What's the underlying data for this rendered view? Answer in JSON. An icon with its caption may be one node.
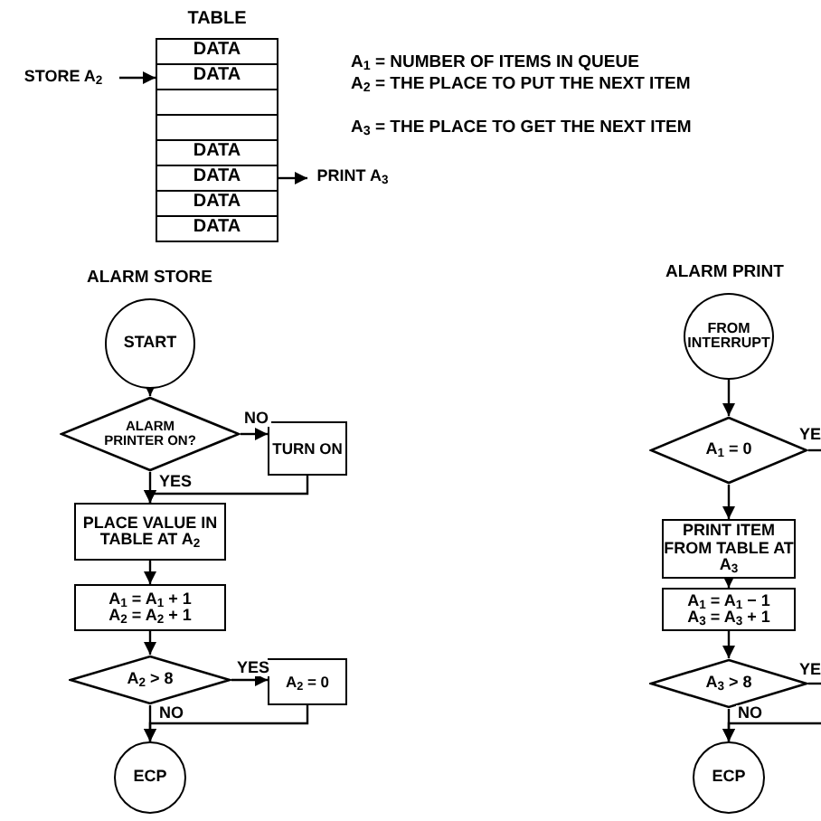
{
  "diagram": {
    "nodes": [
      {
        "text": [
          "TABLE"
        ]
      },
      {
        "text": [
          "DATA"
        ],
        "in": 0
      },
      {
        "text": [
          "DATA"
        ],
        "in": 0
      },
      {
        "text": [],
        "shape": "box",
        "in": 0
      },
      {
        "text": [],
        "shape": "box",
        "in": 0
      },
      {
        "text": [
          "DATA"
        ],
        "in": 0
      },
      {
        "text": [
          "DATA"
        ],
        "in": 0
      },
      {
        "text": [
          "DATA"
        ],
        "in": 0
      },
      {
        "text": [
          "DATA"
        ],
        "in": 0
      },
      {
        "text": [
          "STORE A$_{2}$"
        ]
      },
      {
        "text": [
          "PRINT A$_{3}$"
        ]
      },
      {
        "text": [
          "START"
        ]
      },
      {
        "text": [
          "ALARM PRINTER ON?"
        ]
      },
      {
        "text": [
          "TURN ON"
        ]
      },
      {
        "text": [
          "PLACE VALUE IN TABLE AT A$_{2}$"
        ]
      },
      {
        "text": [
          "A$_{1}$ = A$_{1}$ + 1",
          "A$_{2}$ = A$_{2}$ + 1"
        ]
      },
      {
        "text": [
          "A$_{2}$ > 8"
        ]
      },
      {
        "text": [
          "A$_{2}$ = 0"
        ]
      },
      {
        "text": [
          "ECP"
        ]
      },
      {
        "text": [
          "FROM INTERRUPT"
        ]
      },
      {
        "text": [
          "A$_{1}$ = 0"
        ]
      },
      {
        "text": [
          "PRINT ITEM FROM TABLE AT A$_{3}$"
        ]
      },
      {
        "text": [
          "A$_{1}$ = A$_{1}$ − 1",
          "A$_{3}$ = A$_{3}$ + 1"
        ]
      },
      {
        "text": [
          "A$_{3}$ > 8"
        ]
      },
      {
        "text": [
          "ECP"
        ]
      }
    ],
    "edges": [
      {
        "from": 9,
        "to": 2,
        "arrow": "to"
      },
      {
        "from": 6,
        "to": 10,
        "arrow": "to"
      },
      {
        "from": 11,
        "to": 12,
        "arrow": "to"
      },
      {
        "from": 12,
        "to": 13,
        "arrow": "to",
        "label": "NO"
      },
      {
        "from": 12,
        "to": 14,
        "arrow": "to",
        "label": "YES"
      },
      {
        "from": 13,
        "to": 14,
        "arrow": "to"
      },
      {
        "from": 14,
        "to": 15,
        "arrow": "to"
      },
      {
        "from": 15,
        "to": 16,
        "arrow": "to"
      },
      {
        "from": 16,
        "to": 17,
        "arrow": "to",
        "label": "YES"
      },
      {
        "from": 16,
        "to": 18,
        "arrow": "to",
        "label": "NO"
      },
      {
        "from": 17,
        "to": 18,
        "arrow": "to"
      },
      {
        "from": 19,
        "to": 20,
        "arrow": "to"
      },
      {
        "from": 20,
        "to": null,
        "arrow": "none",
        "label": "YE"
      },
      {
        "from": 20,
        "to": 21,
        "arrow": "to"
      },
      {
        "from": 21,
        "to": 22,
        "arrow": "to"
      },
      {
        "from": 22,
        "to": 23,
        "arrow": "to"
      },
      {
        "from": 23,
        "to": null,
        "arrow": "none",
        "label": "YE"
      },
      {
        "from": 23,
        "to": 24,
        "arrow": "to",
        "label": "NO"
      },
      {
        "from": null,
        "to": 24,
        "arrow": "to"
      }
    ],
    "labels": [
      "A$_{1}$ = NUMBER OF ITEMS IN QUEUE",
      "A$_{2}$ = THE PLACE TO PUT THE NEXT ITEM",
      "A$_{3}$ = THE PLACE TO GET THE NEXT ITEM",
      "ALARM STORE",
      "ALARM PRINT"
    ]
  }
}
